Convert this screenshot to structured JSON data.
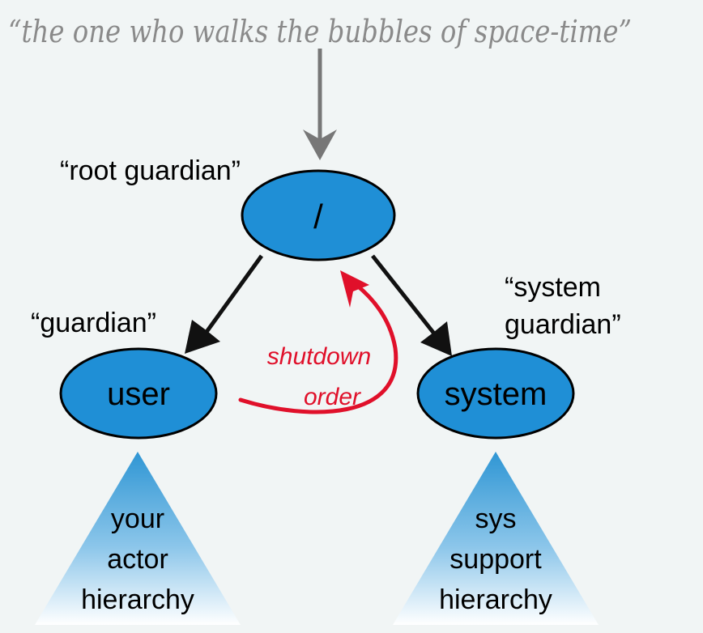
{
  "header": {
    "quote": "“the one who walks the bubbles of space-time”"
  },
  "nodes": {
    "root": {
      "text": "/",
      "caption": "“root guardian”"
    },
    "user": {
      "text": "user",
      "caption": "“guardian”"
    },
    "system": {
      "text": "system",
      "caption_lines": [
        "“system",
        "guardian”"
      ]
    }
  },
  "hierarchies": {
    "user": {
      "lines": [
        "your",
        "actor",
        "hierarchy"
      ]
    },
    "system": {
      "lines": [
        "sys",
        "support",
        "hierarchy"
      ]
    }
  },
  "shutdown": {
    "lines": [
      "shutdown",
      "order"
    ]
  },
  "colors": {
    "background": "#f1f5f5",
    "node_fill": "#1f8fd6",
    "node_stroke": "#000000",
    "arrow_gray": "#777777",
    "arrow_dark": "#111111",
    "shutdown_red": "#e0102a",
    "triangle_top": "#2f96d4",
    "triangle_bottom": "#ffffff",
    "quote_text": "#888888"
  }
}
